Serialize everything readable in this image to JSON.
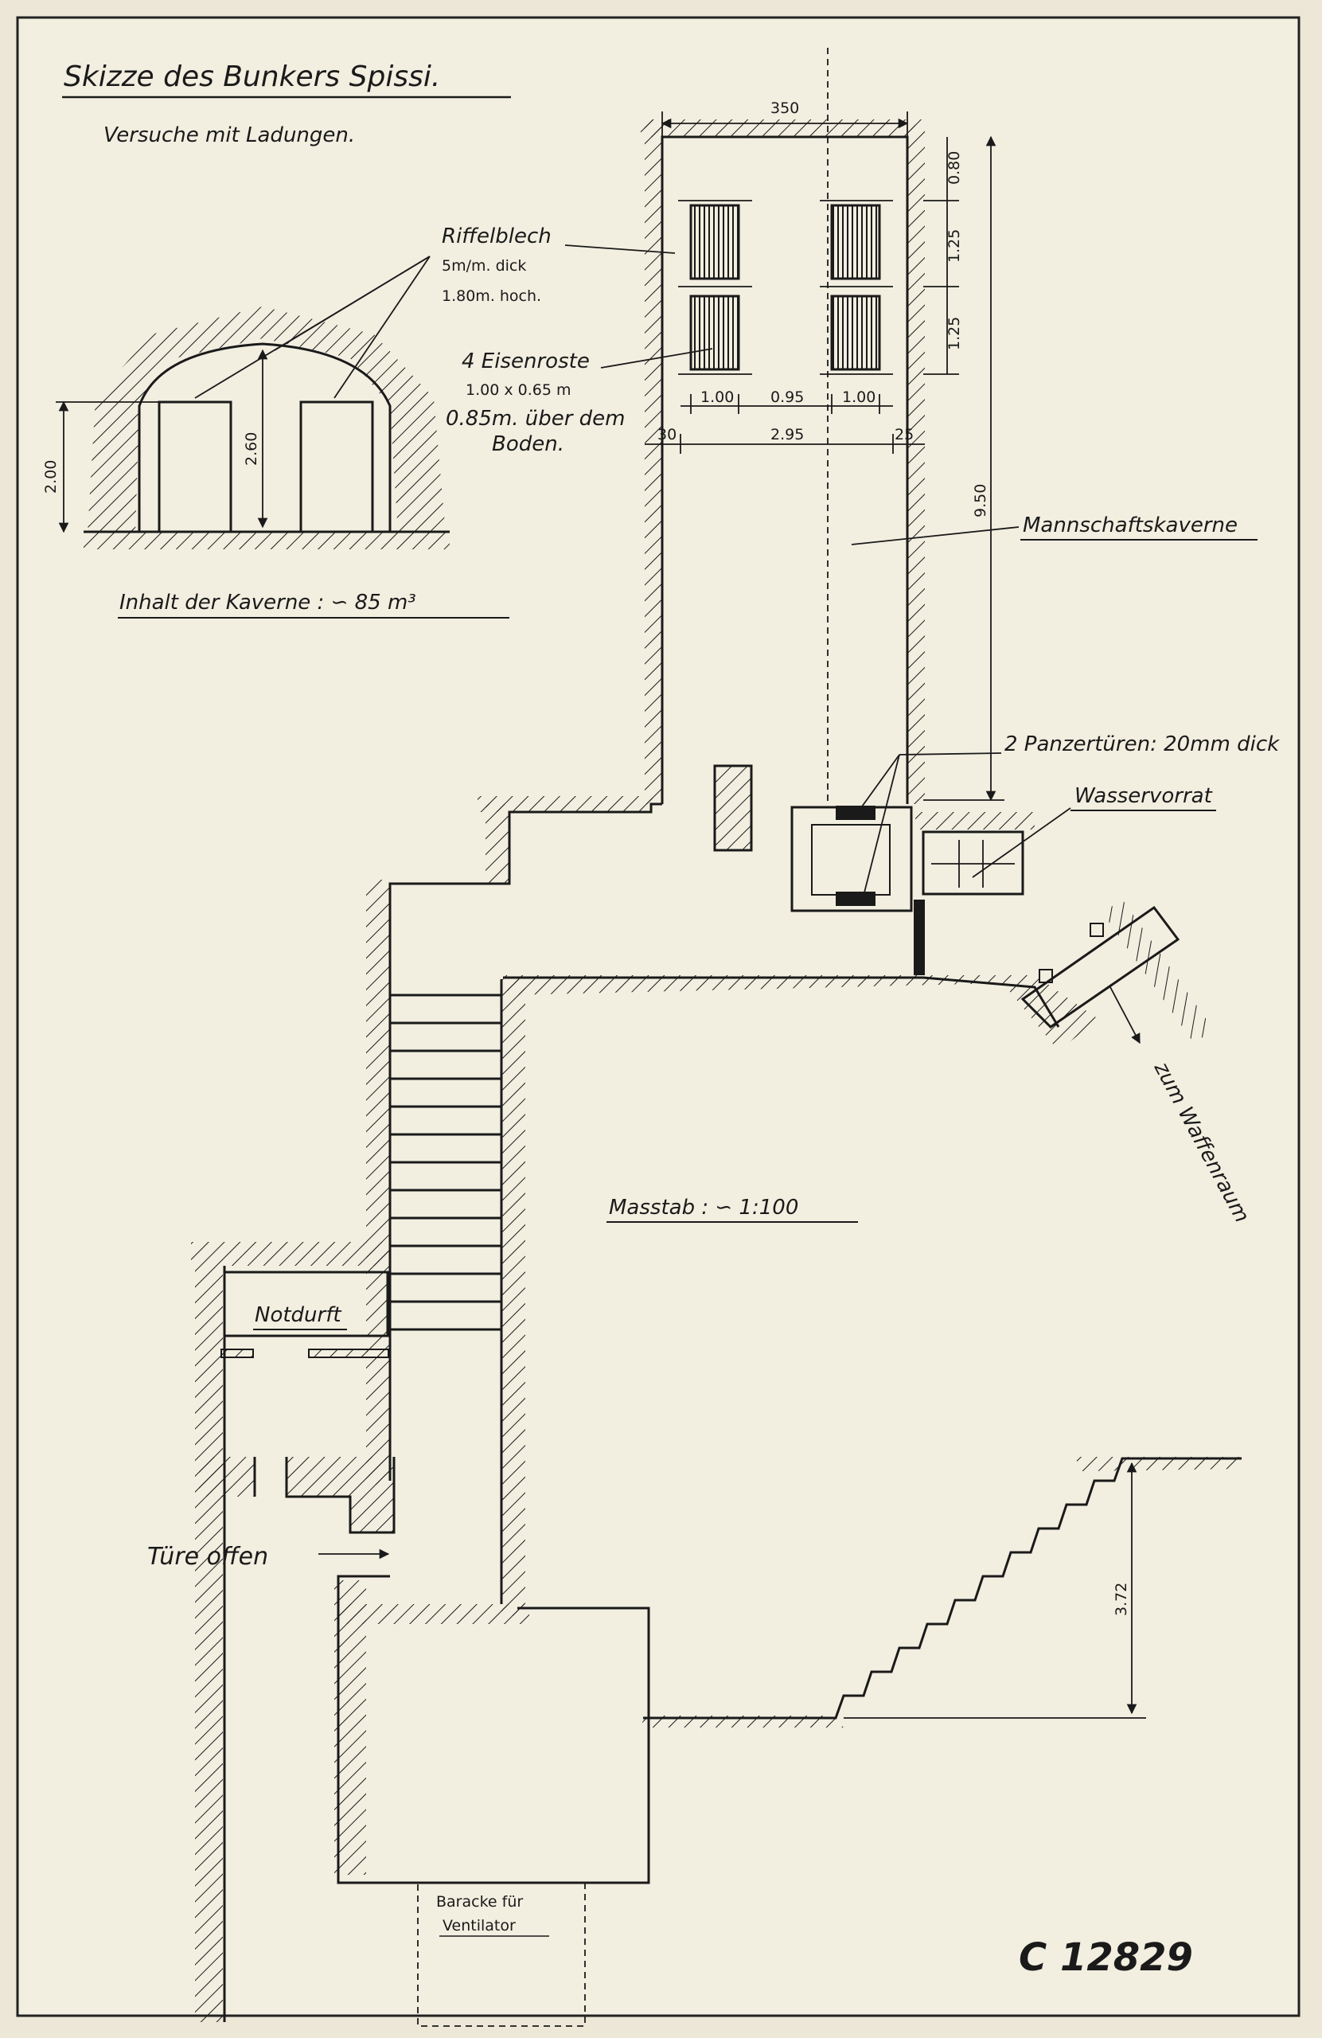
{
  "title": "Skizze des Bunkers Spissi.",
  "subtitle": "Versuche mit Ladungen.",
  "labels": {
    "riffelblech_1": "Riffelblech",
    "riffelblech_2": "5m/m. dick",
    "riffelblech_3": "1.80m. hoch.",
    "eisenroste_1": "4 Eisenroste",
    "eisenroste_2": "1.00 x 0.65 m",
    "eisenroste_3": "0.85m. über dem",
    "eisenroste_4": "Boden.",
    "inhalt": "Inhalt der Kaverne : ∽ 85 m³",
    "mannschaftskaverne": "Mannschaftskaverne",
    "panzertueren": "2 Panzertüren: 20mm dick",
    "wasservorrat": "Wasservorrat",
    "zum_waffenraum": "zum Waffenraum",
    "masstab": "Masstab : ∽ 1:100",
    "notdurft": "Notdurft",
    "tuere_offen": "Türe offen",
    "baracke_1": "Baracke für",
    "baracke_2": "Ventilator",
    "catalog": "C 12829"
  },
  "dimensions": {
    "width_total": "350",
    "d_080": "0.80",
    "d_125a": "1.25",
    "d_125b": "1.25",
    "d_100a": "1.00",
    "d_095": "0.95",
    "d_100b": "1.00",
    "d_30": "30",
    "d_295": "2.95",
    "d_25": "25",
    "d_950": "9.50",
    "section_200": "2.00",
    "section_260": "2.60",
    "stair_372": "3.72"
  }
}
